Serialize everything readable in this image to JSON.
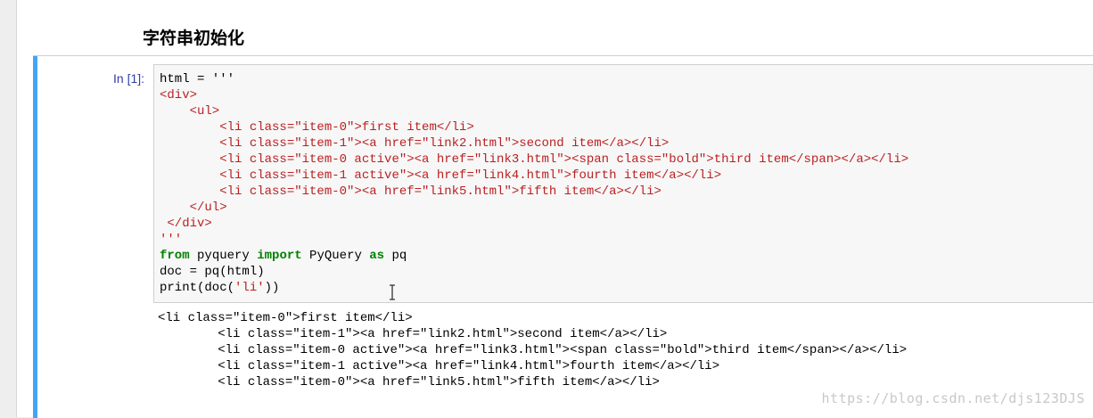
{
  "markdown_cell": {
    "heading": "字符串初始化"
  },
  "code_cell": {
    "prompt": "In [1]:",
    "lines": {
      "l01": "html = '''",
      "l02": "<div>",
      "l03": "    <ul>",
      "l04": "        <li class=\"item-0\">first item</li>",
      "l05": "        <li class=\"item-1\"><a href=\"link2.html\">second item</a></li>",
      "l06": "        <li class=\"item-0 active\"><a href=\"link3.html\"><span class=\"bold\">third item</span></a></li>",
      "l07": "        <li class=\"item-1 active\"><a href=\"link4.html\">fourth item</a></li>",
      "l08": "        <li class=\"item-0\"><a href=\"link5.html\">fifth item</a></li>",
      "l09": "    </ul>",
      "l10": " </div>",
      "l11": "'''",
      "l12_kw_from": "from",
      "l12_mid": " pyquery ",
      "l12_kw_import": "import",
      "l12_mid2": " PyQuery ",
      "l12_kw_as": "as",
      "l12_end": " pq",
      "l13": "doc = pq(html)",
      "l14_a": "print(doc(",
      "l14_str": "'li'",
      "l14_b": "))"
    }
  },
  "output": {
    "text": "<li class=\"item-0\">first item</li>\n        <li class=\"item-1\"><a href=\"link2.html\">second item</a></li>\n        <li class=\"item-0 active\"><a href=\"link3.html\"><span class=\"bold\">third item</span></a></li>\n        <li class=\"item-1 active\"><a href=\"link4.html\">fourth item</a></li>\n        <li class=\"item-0\"><a href=\"link5.html\">fifth item</a></li>"
  },
  "watermark": "https://blog.csdn.net/djs123DJS",
  "colors": {
    "cell_bar": "#42a5f5",
    "prompt": "#303f9f",
    "string": "#ba2121",
    "keyword": "#008000",
    "input_bg": "#f7f7f7"
  },
  "icons": {
    "cursor": "text-cursor-icon"
  }
}
